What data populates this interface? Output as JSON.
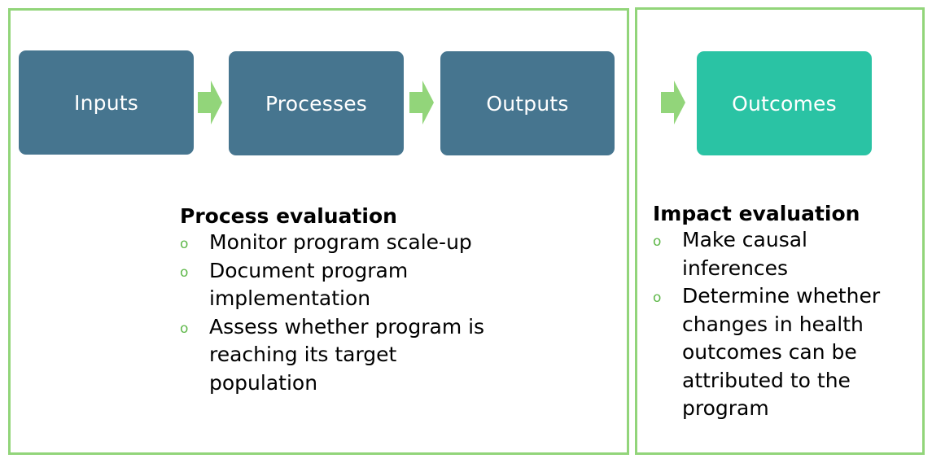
{
  "colors": {
    "border": "#92d57a",
    "box_blue": "#46758f",
    "box_teal": "#2ac3a4",
    "arrow": "#92d57a",
    "bullet": "#5fb84a"
  },
  "flow": {
    "inputs": "Inputs",
    "processes": "Processes",
    "outputs": "Outputs",
    "outcomes": "Outcomes"
  },
  "process_evaluation": {
    "heading": "Process evaluation",
    "bullet_glyph": "o",
    "items": [
      [
        "Monitor program scale-up"
      ],
      [
        "Document program",
        "implementation"
      ],
      [
        "Assess whether program is",
        "reaching its target",
        "population"
      ]
    ]
  },
  "impact_evaluation": {
    "heading": "Impact evaluation",
    "bullet_glyph": "o",
    "items": [
      [
        "Make causal",
        "inferences"
      ],
      [
        "Determine whether",
        "changes in health",
        "outcomes can be",
        "attributed to the",
        "program"
      ]
    ]
  }
}
